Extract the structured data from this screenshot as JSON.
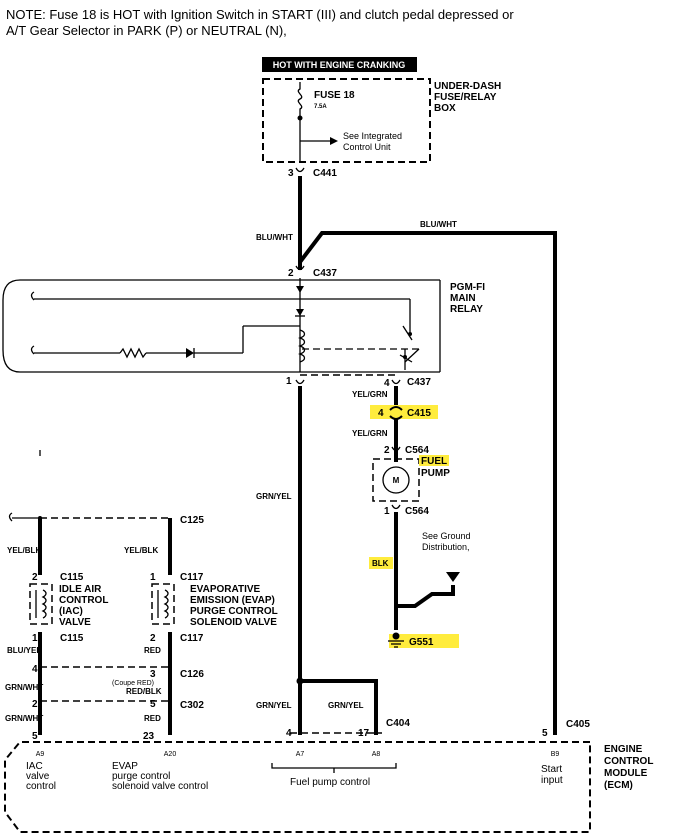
{
  "note": {
    "line1": "NOTE: Fuse 18 is HOT with Ignition Switch in START (III) and clutch pedal depressed or",
    "line2": "A/T Gear Selector in PARK (P) or NEUTRAL (N),"
  },
  "fuse_box": {
    "hot_label": "HOT WITH ENGINE CRANKING",
    "title_lines": [
      "UNDER-DASH",
      "FUSE/RELAY",
      "BOX"
    ],
    "fuse_name": "FUSE 18",
    "fuse_rating": "7.5A",
    "see_lines": [
      "See Integrated",
      "Control Unit"
    ]
  },
  "connectors": {
    "c441_pin": "3",
    "c441": "C441",
    "c437_top_pin": "2",
    "c437": "C437",
    "c437_pin1": "1",
    "c437_pin4": "4",
    "c415_pin": "4",
    "c415": "C415",
    "c564_pin2": "2",
    "c564_pin1": "1",
    "c564": "C564",
    "c125": "C125",
    "c115_pin2": "2",
    "c115_pin1": "1",
    "c115": "C115",
    "c117_pin1": "1",
    "c117_pin2": "2",
    "c117": "C117",
    "c126_pin4": "4",
    "c126_pin3": "3",
    "c126": "C126",
    "c302_pin2": "2",
    "c302_pin5": "5",
    "c302": "C302",
    "c404_pin4": "4",
    "c404_pin17": "17",
    "c404": "C404",
    "c405_pin": "5",
    "c405": "C405",
    "ecm_pin_iac": "5",
    "ecm_pin_evap": "23"
  },
  "wires": {
    "blu_wht_left": "BLU/WHT",
    "blu_wht_top": "BLU/WHT",
    "yel_grn_1": "YEL/GRN",
    "yel_grn_2": "YEL/GRN",
    "grn_yel_main": "GRN/YEL",
    "grn_yel_bottom1": "GRN/YEL",
    "grn_yel_bottom2": "GRN/YEL",
    "blk": "BLK",
    "yel_blk_1": "YEL/BLK",
    "yel_blk_2": "YEL/BLK",
    "blu_yel": "BLU/YEL",
    "red_1": "RED",
    "red_2": "RED",
    "coupe_red": "(Coupe RED)",
    "red_blk": "RED/BLK",
    "grn_wht_1": "GRN/WHT",
    "grn_wht_2": "GRN/WHT"
  },
  "relay": {
    "title_lines": [
      "PGM-FI",
      "MAIN",
      "RELAY"
    ]
  },
  "fuel_pump": {
    "label_lines": [
      "FUEL",
      "PUMP"
    ],
    "motor": "M",
    "ground_see_lines": [
      "See Ground",
      "Distribution,"
    ],
    "ground": "G551"
  },
  "iac": {
    "lines": [
      "IDLE AIR",
      "CONTROL",
      "(IAC)",
      "VALVE"
    ]
  },
  "evap": {
    "lines": [
      "EVAPORATIVE",
      "EMISSION (EVAP)",
      "PURGE CONTROL",
      "SOLENOID VALVE"
    ]
  },
  "ecm": {
    "title_lines": [
      "ENGINE",
      "CONTROL",
      "MODULE",
      "(ECM)"
    ],
    "pins": {
      "a9": "A9",
      "a20": "A20",
      "a7": "A7",
      "a8": "A8",
      "b9": "B9"
    },
    "iac_desc": [
      "IAC",
      "valve",
      "control"
    ],
    "evap_desc": [
      "EVAP",
      "purge control",
      "solenoid valve control"
    ],
    "fuel_desc": "Fuel pump control",
    "start_desc": [
      "Start",
      "input"
    ]
  },
  "colors": {
    "highlight": "#ffec3d",
    "ink": "#000000",
    "hot_box": "#000000"
  }
}
